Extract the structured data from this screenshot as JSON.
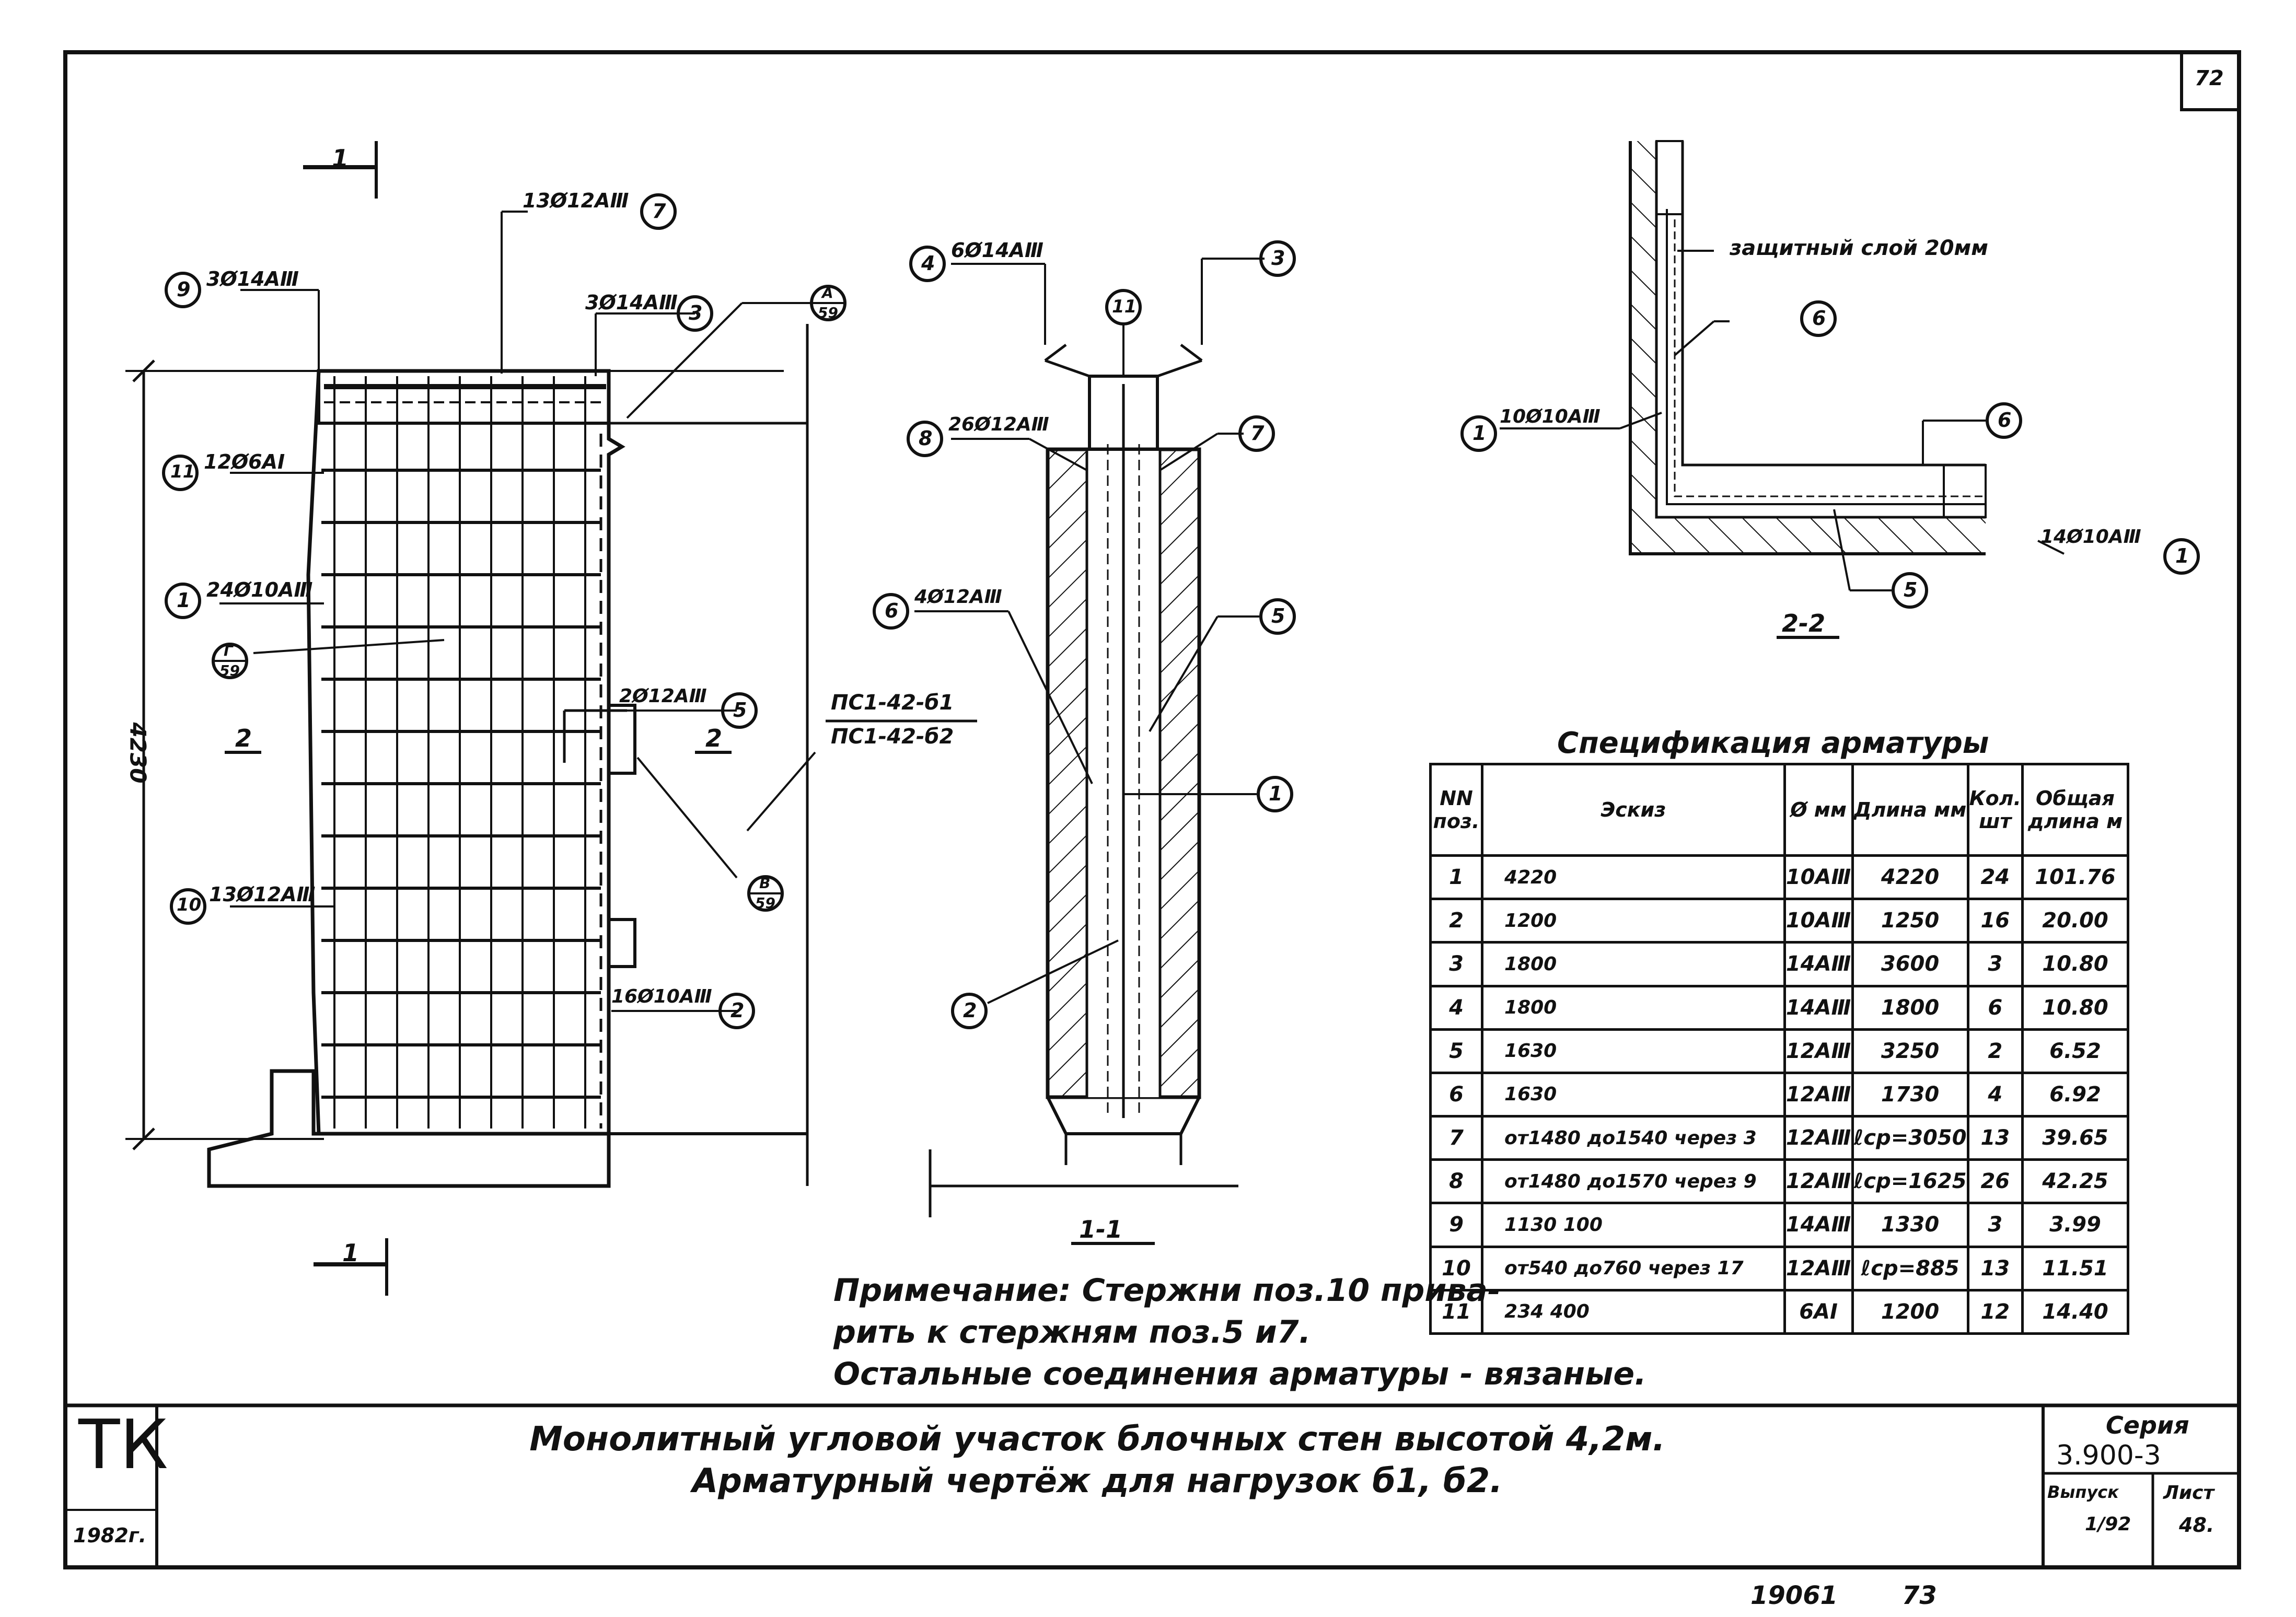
{
  "sheet": {
    "page_number": "72",
    "stamp": "ТК",
    "year": "1982г.",
    "footer_left": "19061",
    "footer_right": "73"
  },
  "title_block": {
    "line1": "Монолитный угловой участок блочных стен высотой 4,2м.",
    "line2": "Арматурный чертёж для нагрузок б1, б2.",
    "series_label": "Серия",
    "series_value": "3.900-3",
    "issue_label": "Выпуск",
    "issue_value": "1/92",
    "sheet_label": "Лист",
    "sheet_value": "48."
  },
  "elevation": {
    "section_mark_top": "1",
    "section_mark_bottom": "1",
    "height_dim": "4230",
    "left_mark": "2",
    "right_mark": "2",
    "panel_label_1": "ПС1-42-б1",
    "panel_label_2": "ПС1-42-б2",
    "callouts": [
      {
        "num": "9",
        "text": "3Ø14AⅢ"
      },
      {
        "num": "7",
        "text": "13Ø12AⅢ"
      },
      {
        "num": "3",
        "text": "3Ø14AⅢ"
      },
      {
        "num": "11",
        "text": "12Ø6AI"
      },
      {
        "num": "1",
        "text": "24Ø10AⅢ"
      },
      {
        "num": "5",
        "text": "2Ø12AⅢ"
      },
      {
        "num": "10",
        "text": "13Ø12AⅢ"
      },
      {
        "num": "2",
        "text": "16Ø10AⅢ"
      }
    ],
    "node_a_top": "A",
    "node_a_bottom": "59",
    "node_g_top": "Г",
    "node_g_bottom": "59",
    "node_v_top": "В",
    "node_v_bottom": "59"
  },
  "section_1_1": {
    "label": "1-1",
    "callouts": [
      {
        "num": "4",
        "text": "6Ø14AⅢ"
      },
      {
        "num": "3",
        "text": ""
      },
      {
        "num": "11",
        "text": ""
      },
      {
        "num": "8",
        "text": "26Ø12AⅢ"
      },
      {
        "num": "7",
        "text": ""
      },
      {
        "num": "6",
        "text": "4Ø12AⅢ"
      },
      {
        "num": "5",
        "text": ""
      },
      {
        "num": "1",
        "text": ""
      },
      {
        "num": "2",
        "text": ""
      }
    ]
  },
  "section_2_2": {
    "label": "2-2",
    "cover_note": "защитный слой 20мм",
    "callouts": [
      {
        "num": "6",
        "text": ""
      },
      {
        "num": "1",
        "text": "10Ø10AⅢ"
      },
      {
        "num": "6",
        "text": ""
      },
      {
        "num": "1",
        "text": "14Ø10AⅢ"
      },
      {
        "num": "5",
        "text": ""
      }
    ]
  },
  "spec": {
    "title": "Спецификация арматуры",
    "headers": [
      "NN поз.",
      "Эскиз",
      "Ø мм",
      "Длина мм",
      "Кол. шт",
      "Общая длина м"
    ],
    "rows": [
      [
        "1",
        "4220",
        "10AⅢ",
        "4220",
        "24",
        "101.76"
      ],
      [
        "2",
        "1200",
        "10AⅢ",
        "1250",
        "16",
        "20.00"
      ],
      [
        "3",
        "1800",
        "14AⅢ",
        "3600",
        "3",
        "10.80"
      ],
      [
        "4",
        "1800",
        "14AⅢ",
        "1800",
        "6",
        "10.80"
      ],
      [
        "5",
        "1630",
        "12AⅢ",
        "3250",
        "2",
        "6.52"
      ],
      [
        "6",
        "1630",
        "12AⅢ",
        "1730",
        "4",
        "6.92"
      ],
      [
        "7",
        "от1480 до1540 через 3",
        "12AⅢ",
        "ℓср=3050",
        "13",
        "39.65"
      ],
      [
        "8",
        "от1480 до1570 через 9",
        "12AⅢ",
        "ℓср=1625",
        "26",
        "42.25"
      ],
      [
        "9",
        "1130 100",
        "14AⅢ",
        "1330",
        "3",
        "3.99"
      ],
      [
        "10",
        "от540 до760 через 17",
        "12AⅢ",
        "ℓср=885",
        "13",
        "11.51"
      ],
      [
        "11",
        "234 400",
        "6AI",
        "1200",
        "12",
        "14.40"
      ]
    ]
  },
  "note": {
    "line1": "Примечание: Стержни поз.10 прива-",
    "line2": "рить к стержням поз.5 и7.",
    "line3": "Остальные соединения арматуры - вязаные."
  }
}
